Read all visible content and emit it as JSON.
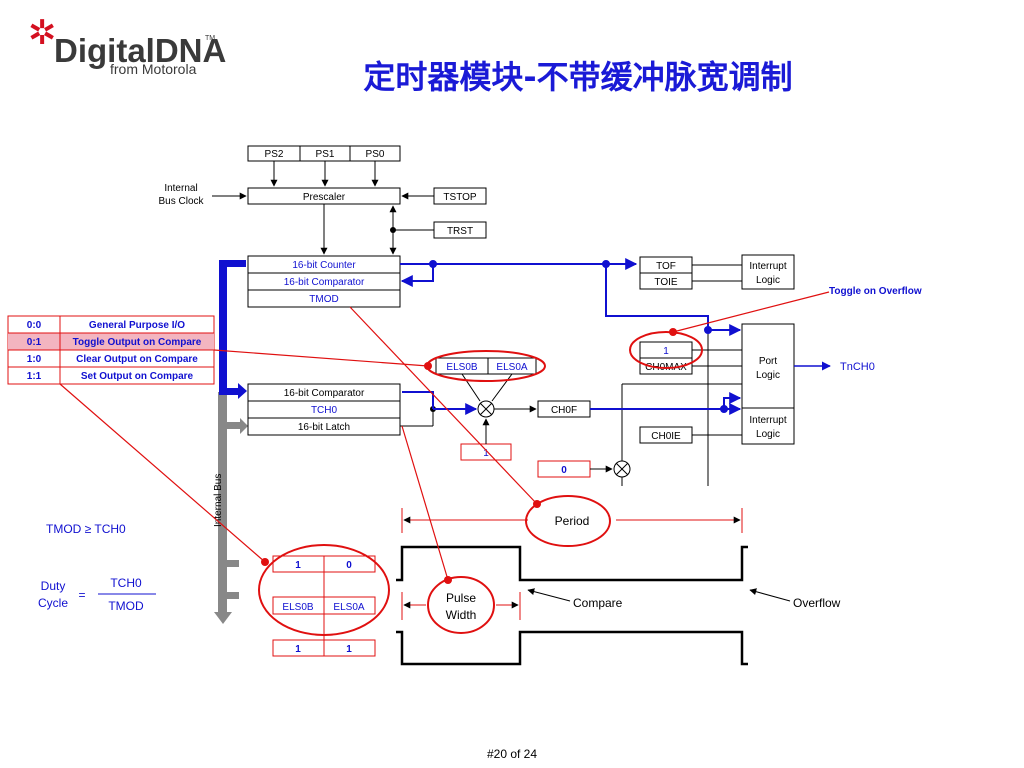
{
  "slide": {
    "title": "定时器模块-不带缓冲脉宽调制",
    "page_number": "#20 of 24"
  },
  "logo": {
    "brand": "DigitalDNA",
    "tm": "TM",
    "tagline": "from Motorola"
  },
  "colors": {
    "title": "#1a1ad6",
    "bus_blue": "#1010d0",
    "highlight_red": "#e01010",
    "bus_gray": "#888888"
  },
  "blocks": {
    "ps2": "PS2",
    "ps1": "PS1",
    "ps0": "PS0",
    "prescaler": "Prescaler",
    "tstop": "TSTOP",
    "trst": "TRST",
    "bus_clock_1": "Internal",
    "bus_clock_2": "Bus Clock",
    "counter": "16-bit Counter",
    "comparator_top": "16-bit Comparator",
    "tmod": "TMOD",
    "tof": "TOF",
    "toie": "TOIE",
    "interrupt_logic_top_1": "Interrupt",
    "interrupt_logic_top_2": "Logic",
    "toggle_on_overflow": "Toggle on Overflow",
    "port_logic_1": "Port",
    "port_logic_2": "Logic",
    "tnch0": "TnCH0",
    "ch0max_value": "1",
    "ch0max": "CH0MAX",
    "els0b": "ELS0B",
    "els0a": "ELS0A",
    "comparator_ch": "16-bit Comparator",
    "tch0": "TCH0",
    "latch": "16-bit Latch",
    "ch0f": "CH0F",
    "interrupt_logic_bottom_1": "Interrupt",
    "interrupt_logic_bottom_2": "Logic",
    "ch0ie": "CH0IE",
    "value_one": "1",
    "value_zero": "0",
    "internal_bus": "Internal Bus"
  },
  "mode_table": [
    {
      "code": "0:0",
      "desc": "General Purpose I/O"
    },
    {
      "code": "0:1",
      "desc": "Toggle Output on Compare"
    },
    {
      "code": "1:0",
      "desc": "Clear Output on Compare"
    },
    {
      "code": "1:1",
      "desc": "Set Output on Compare"
    }
  ],
  "els_table": {
    "top": [
      "1",
      "0"
    ],
    "mid": [
      "ELS0B",
      "ELS0A"
    ],
    "bottom": [
      "1",
      "1"
    ]
  },
  "formula": {
    "condition": "TMOD ≥ TCH0",
    "duty": "Duty",
    "cycle": "Cycle",
    "equals": "=",
    "numerator": "TCH0",
    "denominator": "TMOD"
  },
  "waveform": {
    "period": "Period",
    "pulse_1": "Pulse",
    "pulse_2": "Width",
    "compare": "Compare",
    "overflow": "Overflow"
  }
}
